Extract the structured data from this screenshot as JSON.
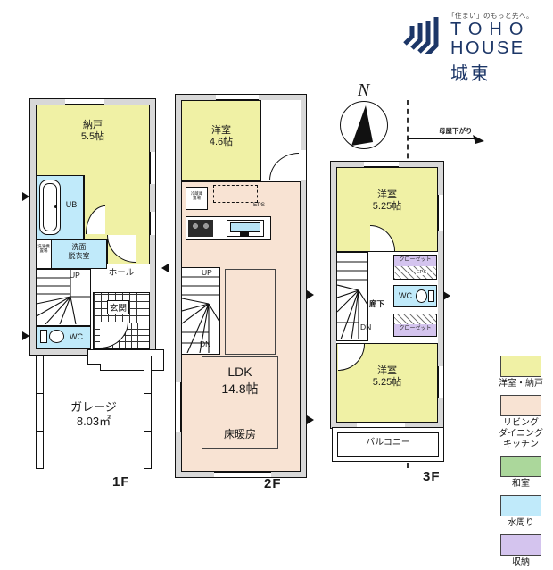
{
  "header": {
    "tagline": "「住まい」のもっと先へ。",
    "brand_top": "TOHO",
    "brand_bottom": "HOUSE 城東"
  },
  "compass": {
    "north": "N"
  },
  "notes": {
    "moya_sagari": "母屋下がり"
  },
  "floors": {
    "f1": {
      "label": "1F",
      "nando": "納戸\n5.5帖",
      "ub": "UB",
      "washer": "洗濯機\n置場",
      "senmen": "洗面\n脱衣室",
      "up": "UP",
      "hall": "ホール",
      "genkan": "玄関",
      "wc": "WC",
      "garage": "ガレージ\n8.03㎡"
    },
    "f2": {
      "label": "2F",
      "yoshitsu": "洋室\n4.6帖",
      "fridge": "冷蔵庫\n置場",
      "eps": "EPS",
      "up": "UP",
      "dn": "DN",
      "ldk": "LDK\n14.8帖",
      "yukadanbo": "床暖房"
    },
    "f3": {
      "label": "3F",
      "room_top": "洋室\n5.25帖",
      "closet_top": "クローゼット",
      "eps": "EPS",
      "roka": "廊下",
      "dn": "DN",
      "wc": "WC",
      "closet_bottom": "クローゼット",
      "room_bottom": "洋室\n5.25帖",
      "balcony": "バルコニー"
    }
  },
  "legend": {
    "items": [
      {
        "label": "洋室・納戸",
        "color": "#f0f1a5"
      },
      {
        "label": "リビング\nダイニング\nキッチン",
        "color": "#f8e3d3"
      },
      {
        "label": "和室",
        "color": "#abd79b"
      },
      {
        "label": "水周り",
        "color": "#c0eafa"
      },
      {
        "label": "収納",
        "color": "#d4c4ee"
      }
    ]
  },
  "colors": {
    "brand_navy": "#1c3667",
    "wall_gray": "#d8d8d8",
    "room_yellow": "#f0f1a5",
    "ldk_pink": "#f8e3d3",
    "water_cyan": "#c0eafa",
    "storage_purple": "#d4c4ee",
    "washitsu_green": "#abd79b"
  }
}
